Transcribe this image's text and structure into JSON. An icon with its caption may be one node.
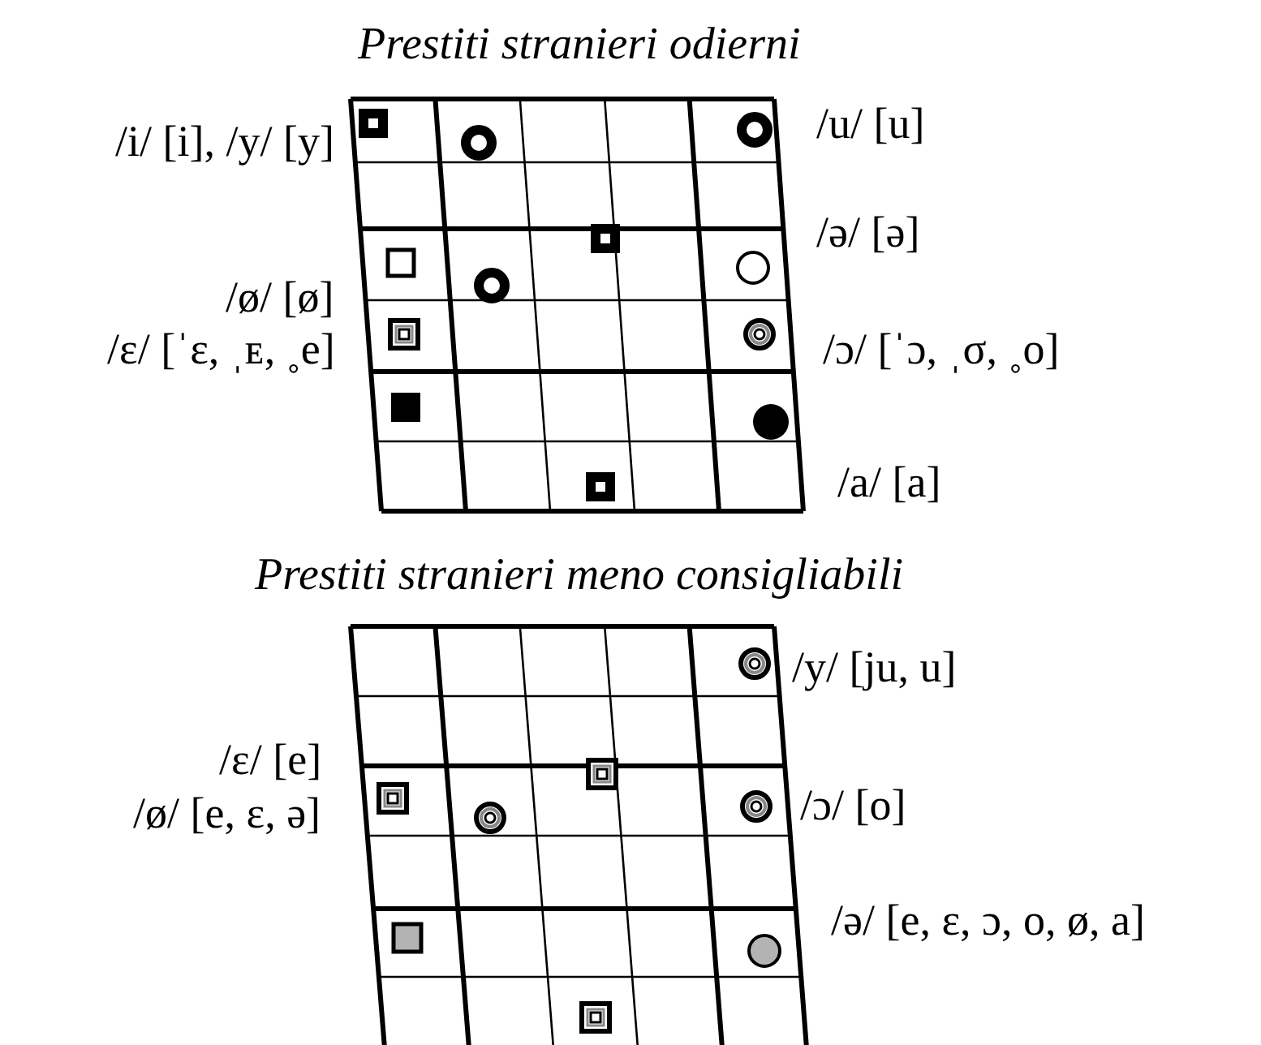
{
  "diagram": {
    "labels": [
      "Prestiti stranieri odierni",
      "/i/ [i], /y/ [y]",
      "/u/ [u]",
      "/ə/ [ə]",
      "/ø/ [ø]",
      "/ɛ/ [ˈɛ, ˌᴇ, ˳e]",
      "/ɔ/ [ˈɔ, ˌσ, ˳o]",
      "/a/ [a]",
      "Prestiti stranieri meno consigliabili",
      "/y/ [ju, u]",
      "/ɛ/ [e]",
      "/ɔ/ [o]",
      "/ø/ [e, ɛ, ə]",
      "/ə/ [e, ɛ, ɔ, o, ø, a]"
    ]
  }
}
